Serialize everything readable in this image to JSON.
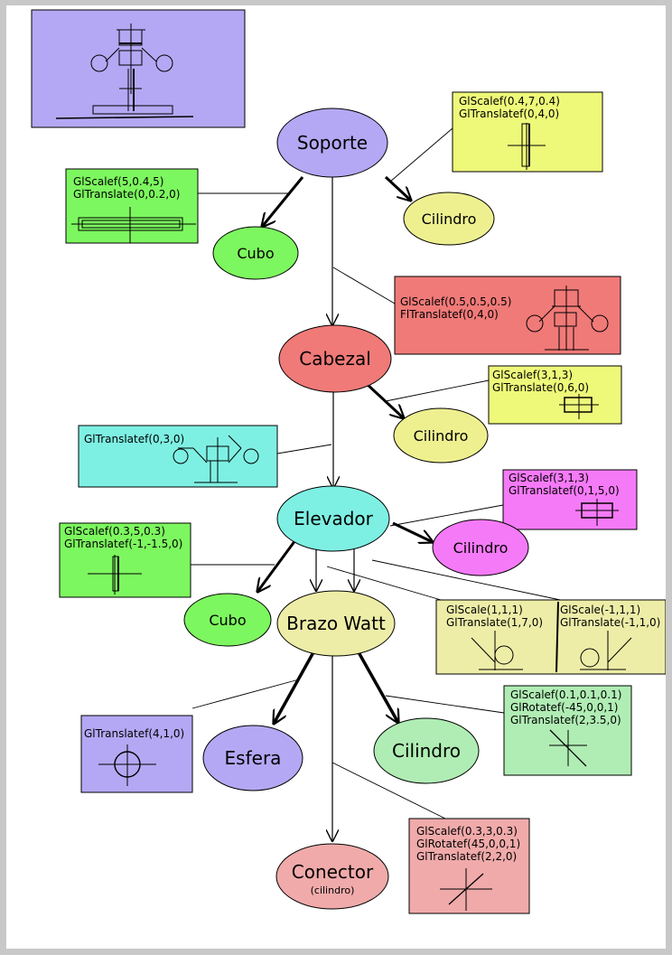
{
  "nodes": {
    "soporte": {
      "label": "Soporte",
      "color": "#b4a8f4"
    },
    "cubo_top": {
      "label": "Cubo",
      "color": "#7df75f"
    },
    "cilindro_top": {
      "label": "Cilindro",
      "color": "#eef090"
    },
    "cabezal": {
      "label": "Cabezal",
      "color": "#f07a78"
    },
    "cilindro_cab": {
      "label": "Cilindro",
      "color": "#eef090"
    },
    "elevador": {
      "label": "Elevador",
      "color": "#7ef0e3"
    },
    "cilindro_elev": {
      "label": "Cilindro",
      "color": "#f57af7"
    },
    "cubo_elev": {
      "label": "Cubo",
      "color": "#7df75f"
    },
    "brazo_watt": {
      "label": "Brazo Watt",
      "color": "#ededa8"
    },
    "esfera": {
      "label": "Esfera",
      "color": "#b4a8f4"
    },
    "cilindro_brazo": {
      "label": "Cilindro",
      "color": "#b0edb4"
    },
    "conector": {
      "label": "Conector",
      "sublabel": "(cilindro)",
      "color": "#f0aaaa"
    }
  },
  "boxes": {
    "preview_top": {
      "color": "#b4a8f4"
    },
    "box_cyl_soporte": {
      "lines": [
        "GlScalef(0.4,7,0.4)",
        "GlTranslatef(0,4,0)"
      ],
      "color": "#eef97a"
    },
    "box_cubo_soporte": {
      "lines": [
        "GlScalef(5,0.4,5)",
        "GlTranslate(0,0.2,0)"
      ],
      "color": "#7df75f"
    },
    "box_cabezal": {
      "lines": [
        "GlScalef(0.5,0.5,0.5)",
        "FlTranslatef(0,4,0)"
      ],
      "color": "#f07a78"
    },
    "box_cyl_cabezal": {
      "lines": [
        "GlScalef(3,1,3)",
        "GlTranslate(0,6,0)"
      ],
      "color": "#eef97a"
    },
    "box_elevador": {
      "lines": [
        "GlTranslatef(0,3,0)"
      ],
      "color": "#7ef0e3"
    },
    "box_cyl_elevador": {
      "lines": [
        "GlScalef(3,1,3)",
        "GlTranslatef(0,1,5,0)"
      ],
      "color": "#f57af7"
    },
    "box_cubo_elevador": {
      "lines": [
        "GlScalef(0.3,5,0.3)",
        "GlTranslatef(-1,-1.5,0)"
      ],
      "color": "#7df75f"
    },
    "box_brazo": {
      "left_lines": [
        "GlScale(1,1,1)",
        "GlTranslate(1,7,0)"
      ],
      "right_lines": [
        "GlScale(-1,1,1)",
        "GlTranslate(-1,1,0)"
      ],
      "color": "#ededa8"
    },
    "box_cyl_brazo": {
      "lines": [
        "GlScalef(0.1,0.1,0.1)",
        "GlRotatef(-45,0,0,1)",
        "GlTranslatef(2,3.5,0)"
      ],
      "color": "#b0edb4"
    },
    "box_esfera": {
      "lines": [
        "GlTranslatef(4,1,0)"
      ],
      "color": "#b4a8f4"
    },
    "box_conector": {
      "lines": [
        "GlScalef(0.3,3,0.3)",
        "GlRotatef(45,0,0,1)",
        "GlTranslatef(2,2,0)"
      ],
      "color": "#f0aaaa"
    }
  }
}
